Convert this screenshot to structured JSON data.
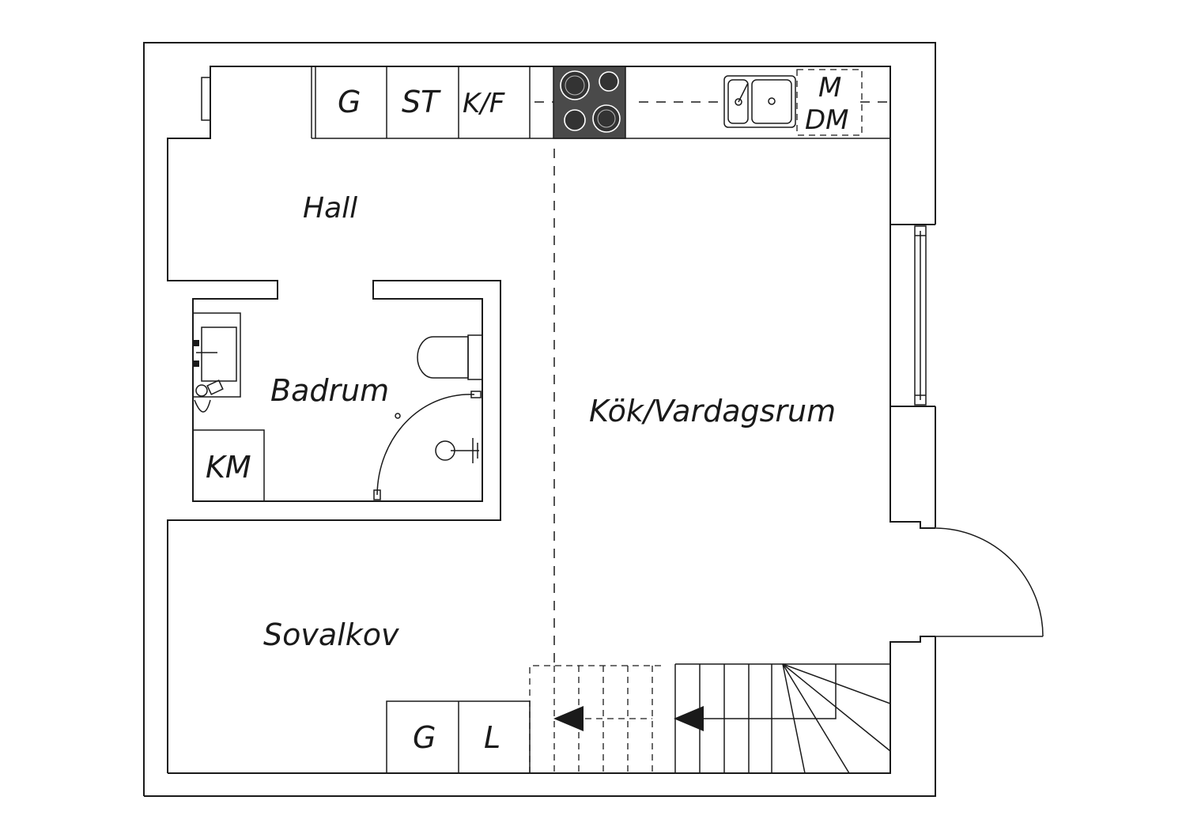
{
  "rooms": {
    "hall": "Hall",
    "badrum": "Badrum",
    "kok_vardagsrum": "Kök/Vardagsrum",
    "sovalkov": "Sovalkov"
  },
  "appliances": {
    "kitchen_g": "G",
    "kitchen_st": "ST",
    "kitchen_kf": "K/F",
    "kitchen_m": "M",
    "kitchen_dm": "DM",
    "bath_km": "KM",
    "alcove_g": "G",
    "alcove_l": "L"
  },
  "icons": [
    "stove-icon",
    "sink-icon",
    "washbasin-icon",
    "toilet-icon",
    "shower-icon",
    "door-swing-icon",
    "stair-arrow-icon",
    "window-icon"
  ],
  "colors": {
    "line": "#1a1a1a",
    "stove": "#4a4a4a",
    "background": "#ffffff"
  }
}
